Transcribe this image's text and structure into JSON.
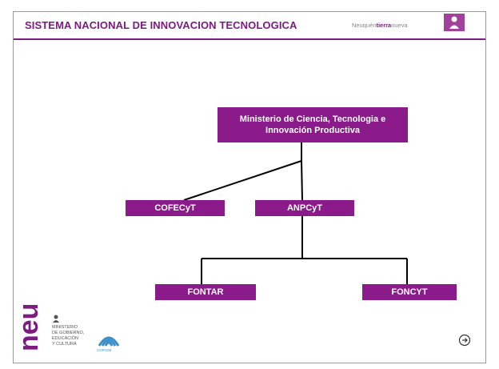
{
  "header": {
    "title": "SISTEMA NACIONAL DE INNOVACION TECNOLOGICA",
    "brand_prefix": "Neuquén",
    "brand_bold": "tierra",
    "brand_suffix": "nueva",
    "logo_icon": "shield-icon"
  },
  "diagram": {
    "root": "Ministerio de Ciencia, Tecnologia e Innovación Productiva",
    "level1": [
      "COFECyT",
      "ANPCyT"
    ],
    "level2": [
      "FONTAR",
      "FONCYT"
    ]
  },
  "footer": {
    "neu": "neu",
    "ministry_lines": [
      "MINISTERIO",
      "DE GOBIERNO,",
      "EDUCACIÓN",
      "Y CULTURA"
    ],
    "copade": "COPADE",
    "nav_icon": "arrow-right-circle-icon"
  },
  "colors": {
    "accent": "#7d1b82",
    "box": "#8b1a8b",
    "lines": "#000000",
    "copade": "#3b8fc9"
  }
}
